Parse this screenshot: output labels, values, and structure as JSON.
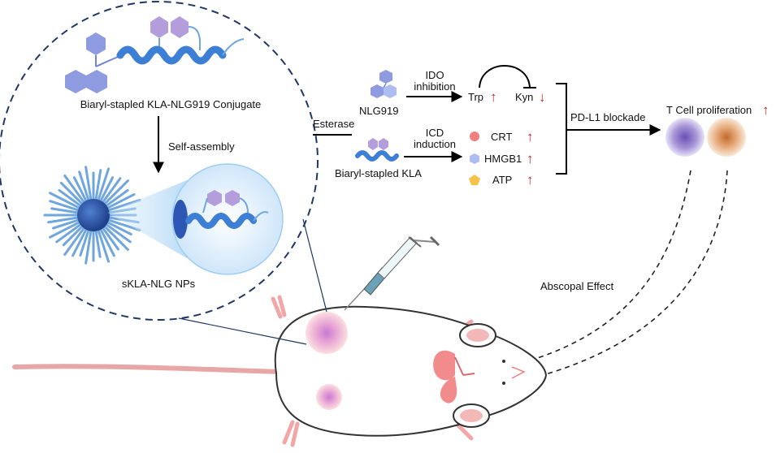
{
  "labels": {
    "conjugate": "Biaryl-stapled KLA-NLG919 Conjugate",
    "self_assembly": "Self-assembly",
    "nps": "sKLA-NLG NPs",
    "esterase": "Esterase",
    "nlg919": "NLG919",
    "biaryl_kla": "Biaryl-stapled KLA",
    "ido_line1": "IDO",
    "ido_line2": "inhibition",
    "icd_line1": "ICD",
    "icd_line2": "induction",
    "trp": "Trp",
    "kyn": "Kyn",
    "crt": "CRT",
    "hmgb1": "HMGB1",
    "atp": "ATP",
    "pdl1": "PD-L1 blockade",
    "tcell": "T Cell proliferation",
    "abscopal": "Abscopal Effect",
    "arrow_up": "↑",
    "arrow_down": "↓"
  },
  "colors": {
    "dashed_circle": "#1f3864",
    "hexagon": "#b39ddb",
    "helix": "#4f8fd6",
    "nlg_molecule": "#8f9be0",
    "up_arrow": "#c0262d",
    "crt_dot": "#f08080",
    "hmgb1_dot": "#aebdf0",
    "atp_dot": "#f5c24a",
    "tcell_purple": "#8e7cc3",
    "tcell_orange": "#e8a070",
    "tumor": "#f4b6b6",
    "lung": "#f28b8b",
    "mouse_ear": "#f2b8b8",
    "tail": "#e8a7a7"
  }
}
